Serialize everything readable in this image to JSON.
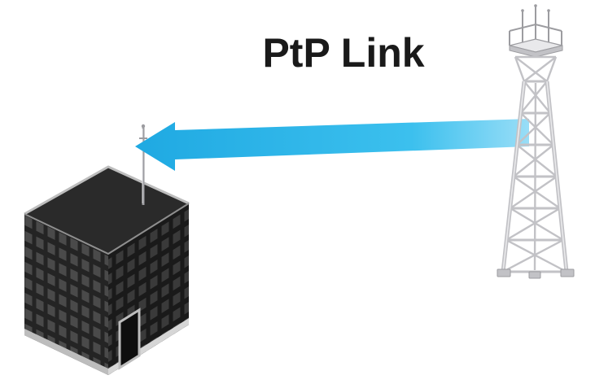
{
  "diagram": {
    "title": "PtP Link",
    "colors": {
      "background": "#ffffff",
      "title": "#1a1a1a",
      "arrow_main": "#1fa9e2",
      "arrow_mid": "#3cc0ee",
      "arrow_light": "#9adef7",
      "building_left_wall": "#242424",
      "building_right_wall": "#1a1a1a",
      "building_window_left": "#4a4a4a",
      "building_window_right": "#3a3a3a",
      "building_roof": "#2a2a2a",
      "building_trim": "#bdbdbd",
      "building_trim_dark": "#8f8f8f",
      "building_base_light": "#d6d6d6",
      "door_fill": "#0e0e0e",
      "tower_light": "#e9e9eb",
      "tower_mid": "#c2c2c6",
      "tower_dark": "#9c9ca0"
    },
    "figures": {
      "left_endpoint": "office-building-with-rooftop-antenna",
      "right_endpoint": "lattice-radio-tower",
      "connection": "ptp-link-arrow"
    }
  }
}
